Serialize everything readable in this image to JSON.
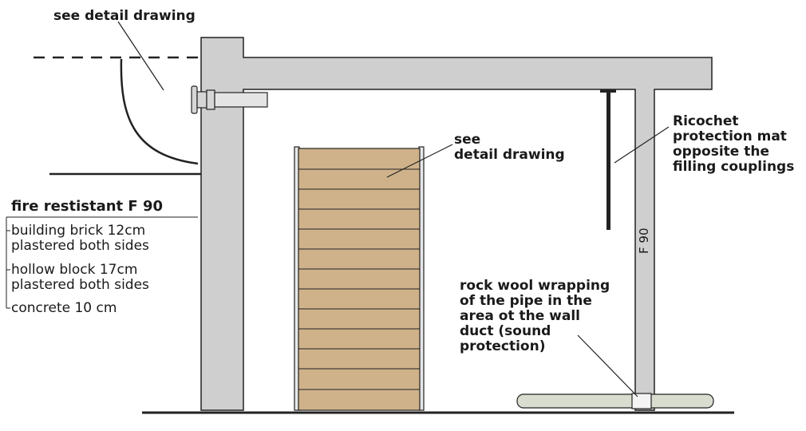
{
  "labels": {
    "see_detail_top": "see detail drawing",
    "see_detail_center": "see\ndetail drawing",
    "ricochet": "Ricochet\nprotection mat\nopposite the\nfilling couplings",
    "rock_wool": "rock wool wrapping\nof the pipe in the\narea ot the wall\nduct (sound\nprotection)",
    "fire_title": "fire restistant F 90",
    "brick": "building brick 12cm\nplastered both sides",
    "hollow": "hollow block 17cm\nplastered both sides",
    "concrete": "concrete 10 cm",
    "column_mark": "F 90"
  },
  "colors": {
    "wall_fill": "#cfcfcf",
    "wall_stroke": "#222222",
    "wood_fill": "#cfb28a",
    "pipe_fill": "#d8ddd0",
    "text": "#1a1a1a"
  }
}
